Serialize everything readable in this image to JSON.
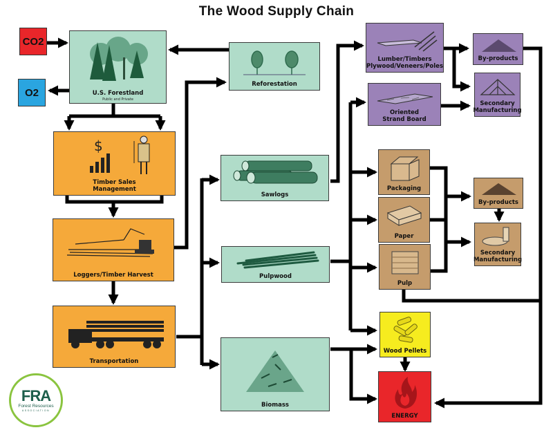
{
  "title": "The Wood Supply Chain",
  "colors": {
    "forest_stage": "#b0dcc9",
    "harvest_stage": "#f5a93a",
    "solid_wood_products": "#9b82b8",
    "paper_products": "#c59c6c",
    "pellets": "#f6ec1f",
    "energy": "#e9262a",
    "co2": "#e9262a",
    "o2": "#2aa5e0",
    "arrow": "#000000"
  },
  "gases": {
    "co2": "CO2",
    "o2": "O2"
  },
  "nodes": {
    "forestland": {
      "label": "U.S. Forestland",
      "sublabel": "Public and Private",
      "icon": "trees-icon"
    },
    "reforestation": {
      "label": "Reforestation",
      "icon": "seedlings-icon"
    },
    "timber_sales": {
      "label_line1": "Timber Sales",
      "label_line2": "Management",
      "icon": "forester-chart-icon"
    },
    "loggers": {
      "label": "Loggers/Timber Harvest",
      "icon": "excavator-icon"
    },
    "transportation": {
      "label": "Transportation",
      "icon": "log-truck-icon"
    },
    "sawlogs": {
      "label": "Sawlogs",
      "icon": "logs-icon"
    },
    "pulpwood": {
      "label": "Pulpwood",
      "icon": "pulpwood-bundle-icon"
    },
    "biomass": {
      "label": "Biomass",
      "icon": "wood-chips-icon"
    },
    "lumber": {
      "label_line1": "Lumber/Timbers",
      "label_line2": "Plywood/Veneers/Poles",
      "icon": "lumber-icon"
    },
    "osb": {
      "label_line1": "Oriented",
      "label_line2": "Strand Board",
      "icon": "osb-panel-icon"
    },
    "byproducts_top": {
      "label": "By-products",
      "icon": "sawdust-pile-icon"
    },
    "secondary_top": {
      "label_line1": "Secondary",
      "label_line2": "Manufacturing",
      "icon": "roof-truss-icon"
    },
    "packaging": {
      "label": "Packaging",
      "icon": "box-icon"
    },
    "paper": {
      "label": "Paper",
      "icon": "paper-ream-icon"
    },
    "pulp": {
      "label": "Pulp",
      "icon": "pulp-bale-icon"
    },
    "byproducts_mid": {
      "label": "By-products",
      "icon": "sawdust-pile-icon"
    },
    "secondary_mid": {
      "label_line1": "Secondary",
      "label_line2": "Manufacturing",
      "icon": "paper-goods-icon"
    },
    "wood_pellets": {
      "label": "Wood Pellets",
      "icon": "pellets-icon"
    },
    "energy": {
      "label": "ENERGY",
      "icon": "flame-icon"
    }
  },
  "logo": {
    "abbr": "FRA",
    "name": "Forest Resources",
    "tagline": "ASSOCIATION"
  },
  "flows": [
    [
      "CO2",
      "U.S. Forestland"
    ],
    [
      "U.S. Forestland",
      "O2"
    ],
    [
      "Reforestation",
      "U.S. Forestland"
    ],
    [
      "U.S. Forestland",
      "Timber Sales Management"
    ],
    [
      "Timber Sales Management",
      "Loggers/Timber Harvest"
    ],
    [
      "Loggers/Timber Harvest",
      "Reforestation"
    ],
    [
      "Loggers/Timber Harvest",
      "Transportation"
    ],
    [
      "Transportation",
      "Sawlogs"
    ],
    [
      "Transportation",
      "Pulpwood"
    ],
    [
      "Transportation",
      "Biomass"
    ],
    [
      "Sawlogs",
      "Lumber/Timbers Plywood/Veneers/Poles"
    ],
    [
      "Lumber/Timbers Plywood/Veneers/Poles",
      "By-products"
    ],
    [
      "Lumber/Timbers Plywood/Veneers/Poles",
      "Secondary Manufacturing"
    ],
    [
      "Oriented Strand Board",
      "Secondary Manufacturing"
    ],
    [
      "Pulpwood",
      "Oriented Strand Board"
    ],
    [
      "Pulpwood",
      "Packaging"
    ],
    [
      "Pulpwood",
      "Paper"
    ],
    [
      "Pulpwood",
      "Pulp"
    ],
    [
      "Pulpwood",
      "Wood Pellets"
    ],
    [
      "Packaging",
      "By-products"
    ],
    [
      "Paper",
      "By-products"
    ],
    [
      "Pulp",
      "Secondary Manufacturing"
    ],
    [
      "By-products",
      "Secondary Manufacturing"
    ],
    [
      "By-products",
      "ENERGY"
    ],
    [
      "Pulp",
      "ENERGY"
    ],
    [
      "Biomass",
      "Wood Pellets"
    ],
    [
      "Biomass",
      "ENERGY"
    ],
    [
      "Wood Pellets",
      "ENERGY"
    ]
  ]
}
